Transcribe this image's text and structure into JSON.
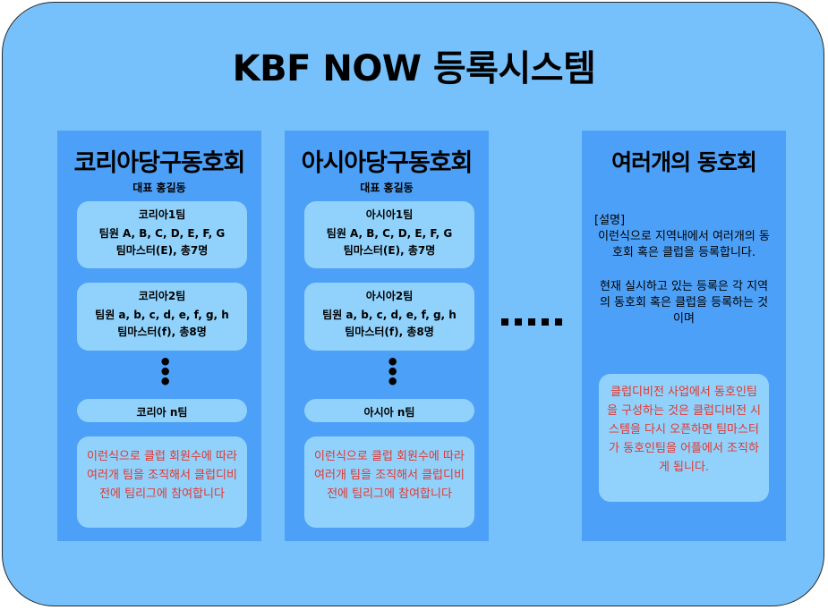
{
  "title": "KBF NOW 등록시스템",
  "columns": [
    {
      "title": "코리아당구동호회",
      "subtitle": "대표 홍길동",
      "teams": [
        {
          "name": "코리아1팀",
          "members": "팀원 A, B, C, D, E, F, G",
          "master": "팀마스터(E), 총7명"
        },
        {
          "name": "코리아2팀",
          "members": "팀원 a, b, c, d, e, f, g, h",
          "master": "팀마스터(f), 총8명"
        }
      ],
      "last_team": "코리아 n팀",
      "note": "이런식으로 클럽 회원수에 따라 여러개 팀을 조직해서 클럽디비전에 팀리그에 참여합니다"
    },
    {
      "title": "아시아당구동호회",
      "subtitle": "대표 홍길동",
      "teams": [
        {
          "name": "아시아1팀",
          "members": "팀원 A, B, C, D, E, F, G",
          "master": "팀마스터(E), 총7명"
        },
        {
          "name": "아시아2팀",
          "members": "팀원 a, b, c, d, e, f, g, h",
          "master": "팀마스터(f), 총8명"
        }
      ],
      "last_team": "아시아 n팀",
      "note": "이런식으로 클럽 회원수에 따라 여러개 팀을 조직해서 클럽디비전에 팀리그에 참여합니다"
    }
  ],
  "ellipsis_vertical": "⋮",
  "ellipsis_horizontal": "▪▪▪▪▪",
  "right_column": {
    "title": "여러개의 동호회",
    "desc_label": "[설명]",
    "desc1": "이런식으로 지역내에서 여러개의 동호회 혹은 클럽을 등록합니다.",
    "desc2": "현재 실시하고 있는 등록은 각 지역의 동호회 혹은 클럽을 등록하는 것이며",
    "note": "클럽디비전 사업에서 동호인팀을 구성하는 것은 클럽디비전 시스템을 다시 오픈하면 팀마스터가 동호인팀을 어플에서 조직하게 됩니다."
  },
  "colors": {
    "background": "#76c1fb",
    "column": "#4da0f7",
    "card": "#90d2fb",
    "note_text": "#e5362f"
  }
}
